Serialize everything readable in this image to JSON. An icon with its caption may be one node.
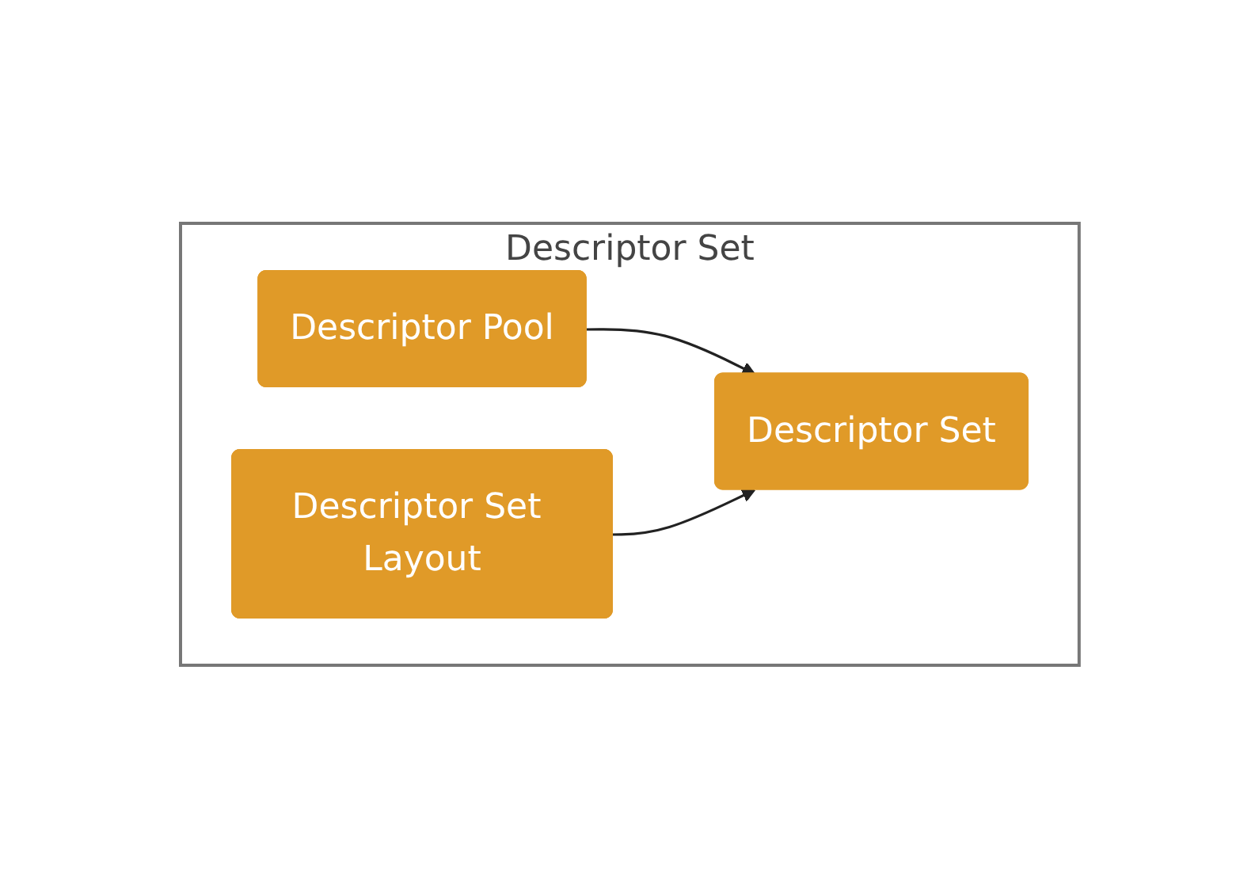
{
  "diagram": {
    "nodes": [
      {
        "text": [
          "Descriptor Set"
        ]
      },
      {
        "text": [
          "Descriptor Pool"
        ],
        "in": 0
      },
      {
        "text": [
          "Descriptor Set Layout"
        ],
        "in": 0
      },
      {
        "text": [
          "Descriptor Set"
        ],
        "in": 0
      }
    ],
    "edges": [
      {
        "from": 1,
        "to": 3,
        "arrow": "to"
      },
      {
        "from": 2,
        "to": 3,
        "arrow": "to"
      }
    ]
  }
}
